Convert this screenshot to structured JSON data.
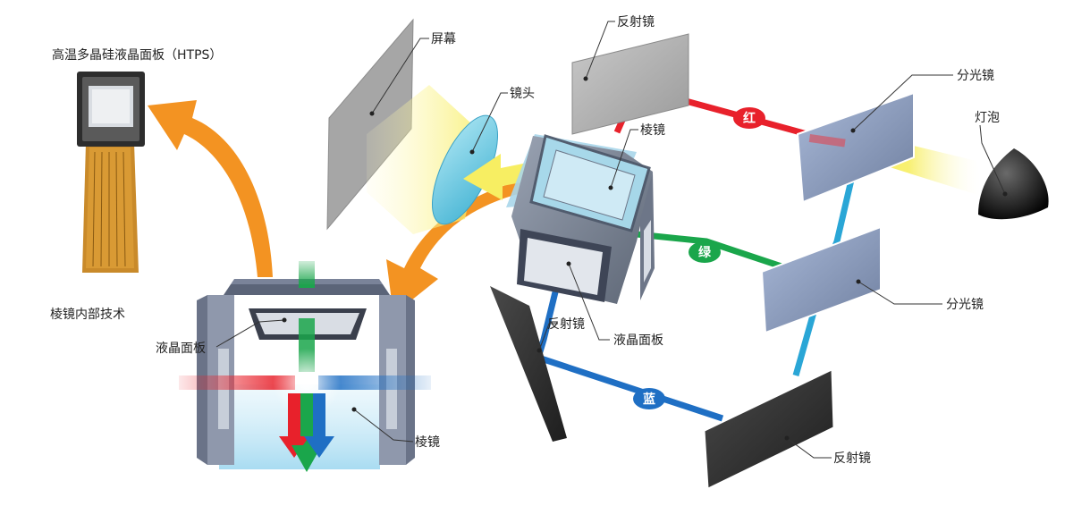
{
  "labels": {
    "htps_title": "高温多晶硅液晶面板（HTPS）",
    "prism_internal": "棱镜内部技术",
    "lcd_panel_inset": "液晶面板",
    "prism_inset": "棱镜",
    "screen": "屏幕",
    "lens": "镜头",
    "prism": "棱镜",
    "mirror_top": "反射镜",
    "dichroic_top": "分光镜",
    "bulb": "灯泡",
    "dichroic_mid": "分光镜",
    "mirror_left": "反射镜",
    "lcd_panel": "液晶面板",
    "mirror_bottom": "反射镜"
  },
  "beams": {
    "red": "红",
    "green": "绿",
    "blue": "蓝"
  },
  "colors": {
    "red": "#e8212b",
    "green": "#1aa64b",
    "blue": "#1f6fc4",
    "cyan": "#2aa6d6",
    "orange": "#f39322",
    "yellow": "#f7ee62"
  }
}
